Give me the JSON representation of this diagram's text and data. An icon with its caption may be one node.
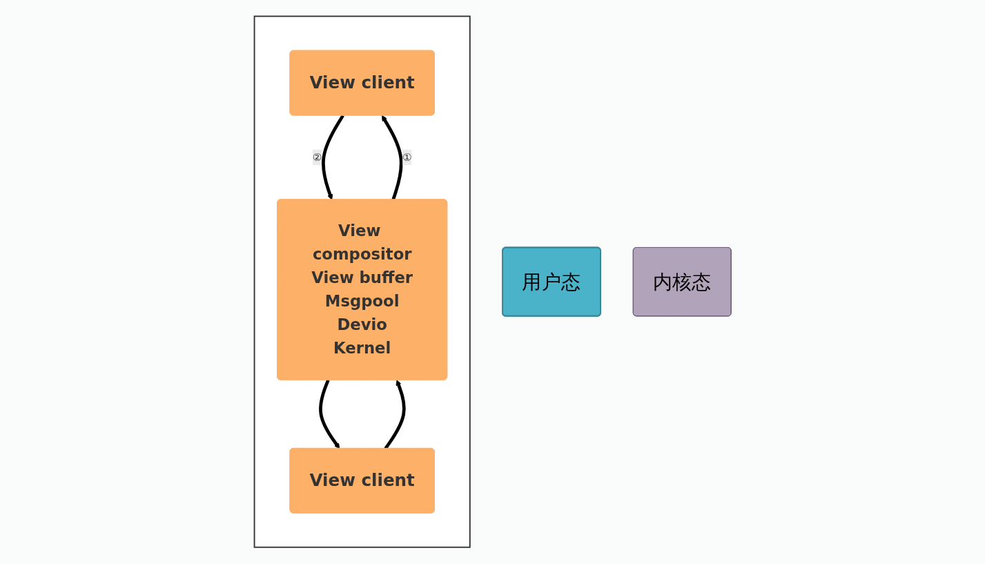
{
  "diagram": {
    "nodes": [
      {
        "text": [
          "用户态"
        ]
      },
      {
        "text": [
          "内核态"
        ]
      },
      {
        "text": [],
        "shape": "box"
      },
      {
        "text": [
          "View client"
        ],
        "in": 2
      },
      {
        "text": [
          "View client"
        ],
        "in": 2
      },
      {
        "text": [
          "View compositor",
          "View buffer",
          "Msgpool",
          "Devio",
          "Kernel"
        ],
        "in": 2
      }
    ],
    "edges": [
      {
        "from": 3,
        "to": 5,
        "arrow": "to",
        "label": "②"
      },
      {
        "from": 5,
        "to": 3,
        "arrow": "to",
        "label": "①"
      },
      {
        "from": 4,
        "to": 5,
        "arrow": "to"
      },
      {
        "from": 5,
        "to": 4,
        "arrow": "to"
      }
    ]
  }
}
